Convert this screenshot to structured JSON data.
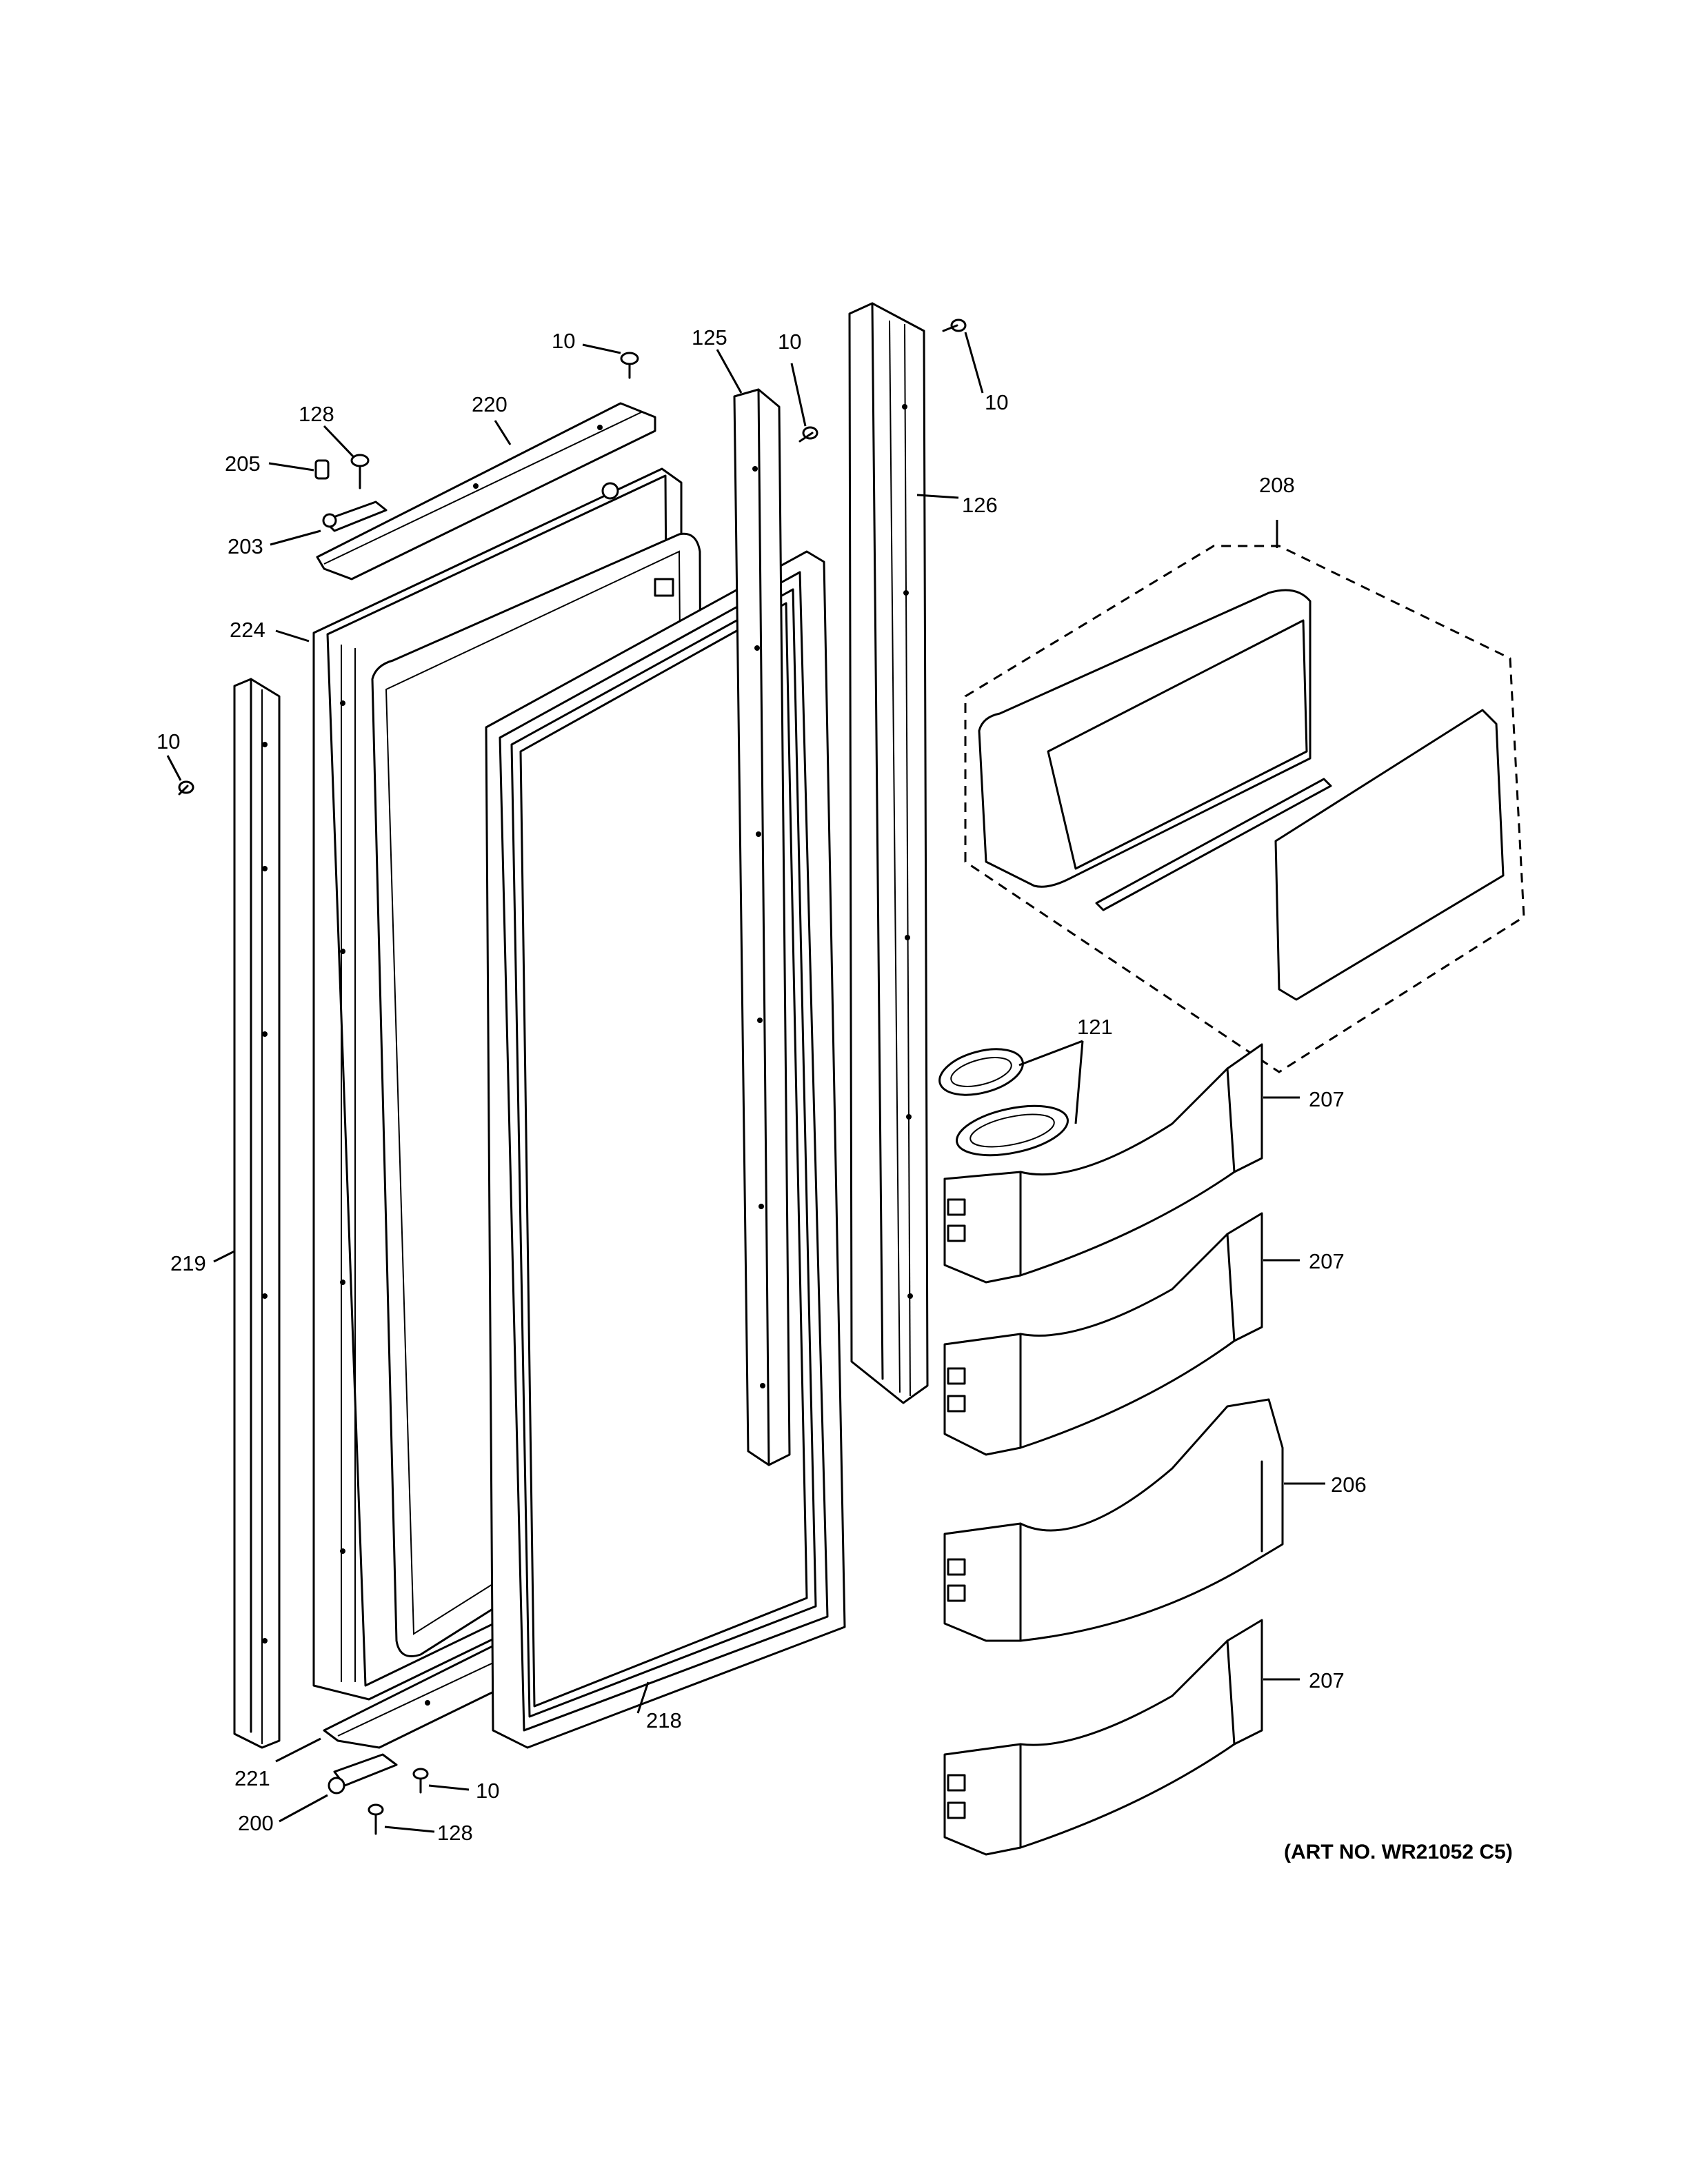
{
  "art_number": "(ART NO. WR21052 C5)",
  "callouts": {
    "c10_top": "10",
    "c125": "125",
    "c10_mid": "10",
    "c10_right": "10",
    "c128_top": "128",
    "c220": "220",
    "c205": "205",
    "c203": "203",
    "c126": "126",
    "c208": "208",
    "c224": "224",
    "c10_left": "10",
    "c121": "121",
    "c207_a": "207",
    "c207_b": "207",
    "c219": "219",
    "c206": "206",
    "c207_c": "207",
    "c218": "218",
    "c221": "221",
    "c10_bottom": "10",
    "c200": "200",
    "c128_bottom": "128"
  }
}
